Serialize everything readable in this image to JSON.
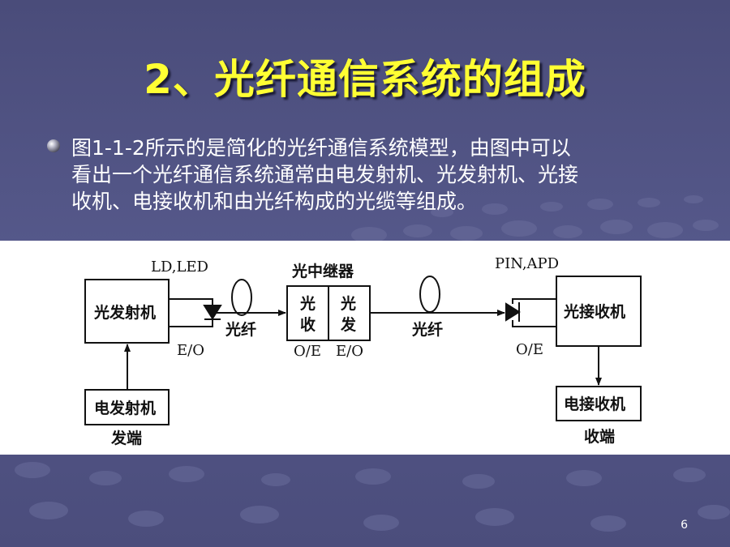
{
  "title": "2、光纤通信系统的组成",
  "bullet": {
    "lines": [
      "图1-1-2所示的是简化的光纤通信系统模型，由图中可以",
      "看出一个光纤通信系统通常由电发射机、光发射机、光接",
      "收机、电接收机和由光纤构成的光缆等组成。"
    ]
  },
  "diagram": {
    "optical_transmitter": "光发射机",
    "electrical_transmitter": "电发射机",
    "transmit_end": "发端",
    "source_label": "LD,LED",
    "eo_label_left": "E/O",
    "fiber_left": "光纤",
    "repeater_title": "光中继器",
    "repeater_receive": [
      "光",
      "收"
    ],
    "repeater_transmit": [
      "光",
      "发"
    ],
    "repeater_oe": "O/E",
    "repeater_eo": "E/O",
    "fiber_right": "光纤",
    "detector_label": "PIN,APD",
    "oe_label_right": "O/E",
    "optical_receiver": "光接收机",
    "electrical_receiver": "电接收机",
    "receive_end": "收端"
  },
  "page_number": "6",
  "colors": {
    "background": "#4f5282",
    "title": "#ffff33",
    "text": "#ffffff"
  }
}
